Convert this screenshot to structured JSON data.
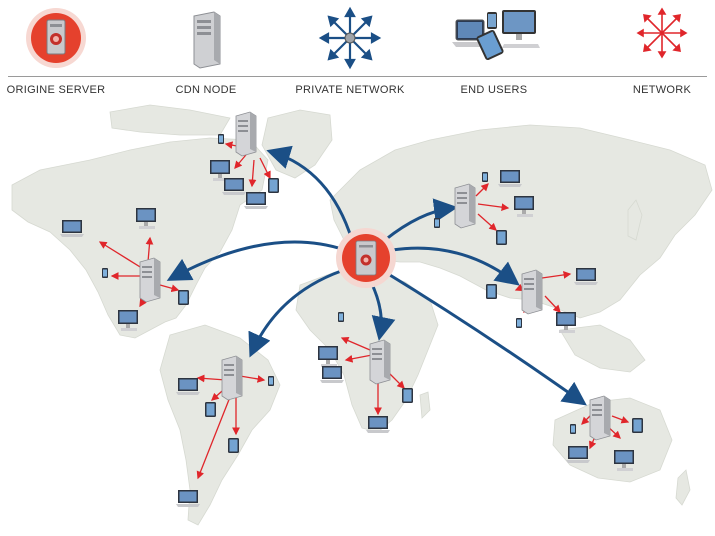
{
  "legend": {
    "origin_server": "ORIGINE SERVER",
    "cdn_node": "CDN NODE",
    "private_network": "PRIVATE NETWORK",
    "end_users": "END USERS",
    "network": "NETWORK"
  },
  "colors": {
    "origin_red": "#e5412d",
    "private_blue": "#1b4f86",
    "network_red": "#e0262b",
    "land": "#e6e8e2",
    "server_gray": "#8d8f94"
  }
}
